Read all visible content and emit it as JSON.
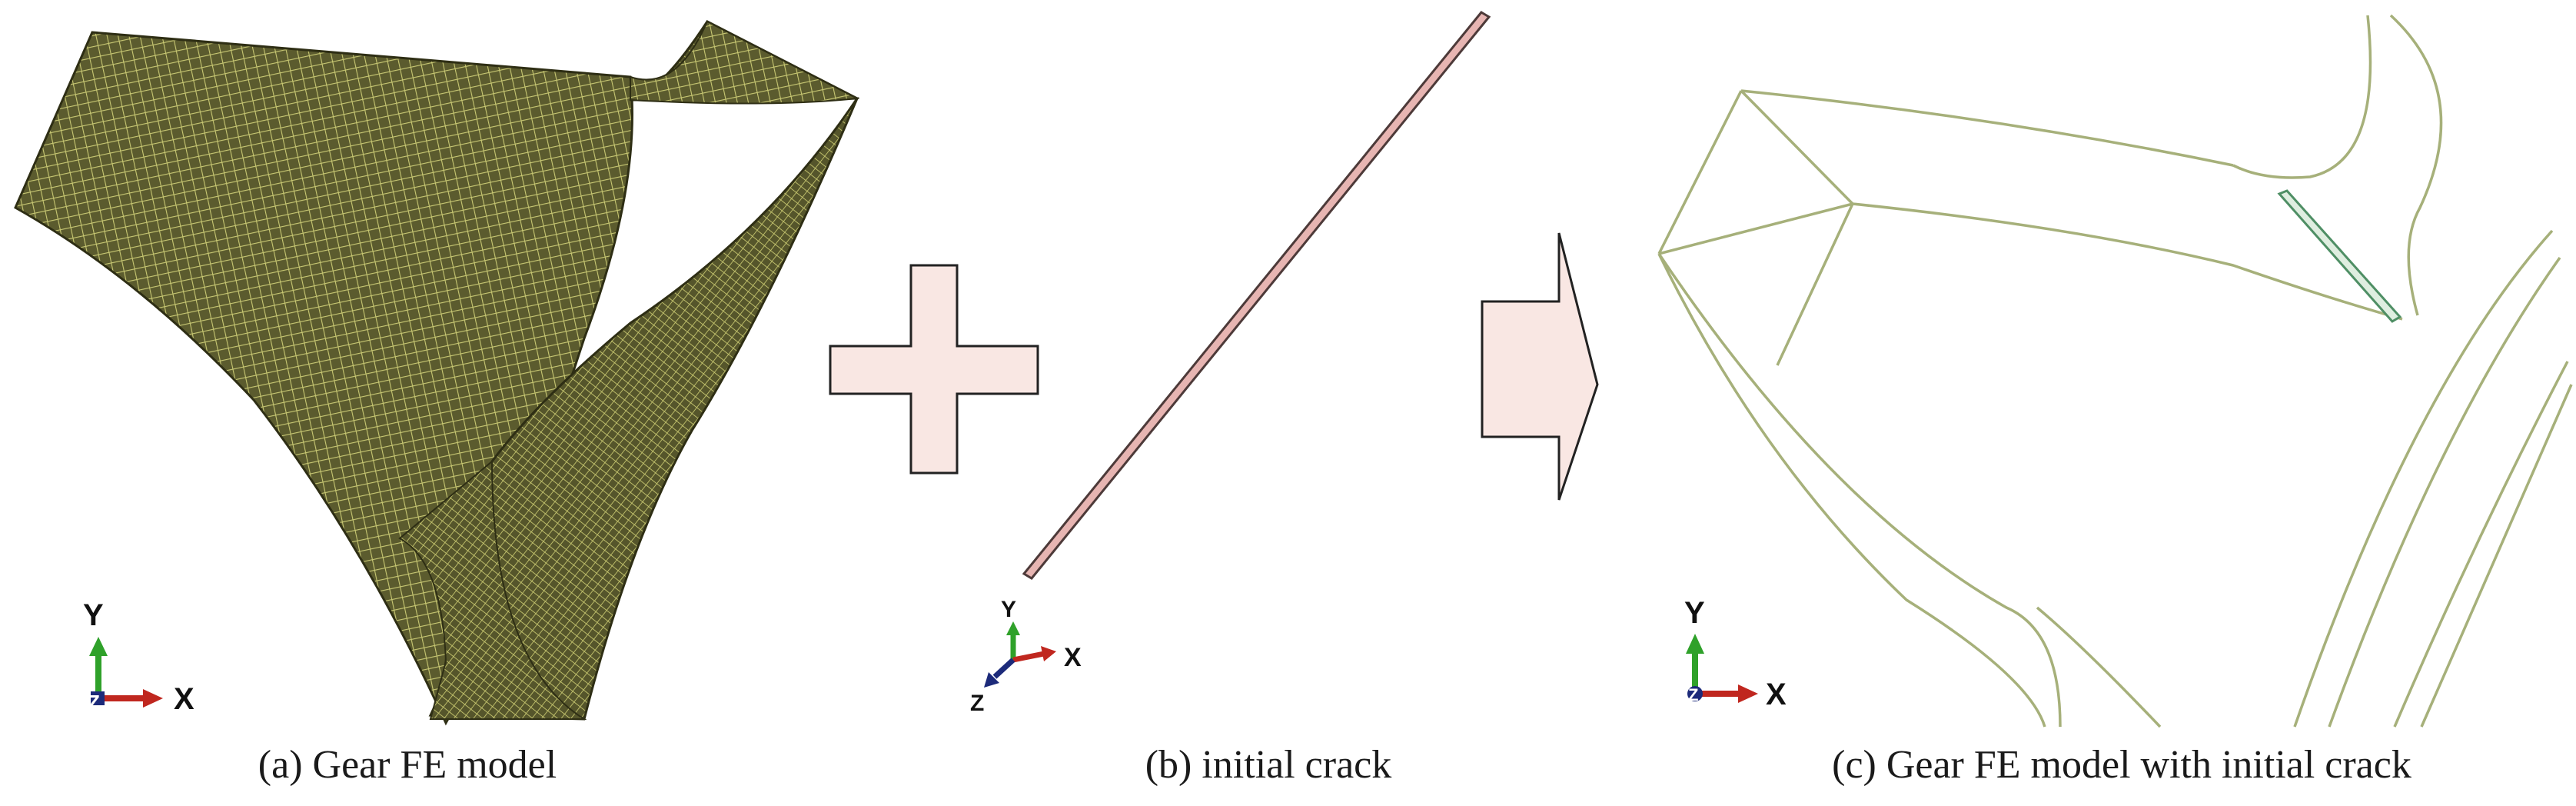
{
  "panels": {
    "a": {
      "caption": "(a) Gear FE model"
    },
    "b": {
      "caption": "(b) initial crack"
    },
    "c": {
      "caption": "(c) Gear FE model with initial crack"
    }
  },
  "triads": {
    "a": {
      "y": "Y",
      "x": "X",
      "z": "Z"
    },
    "b": {
      "y": "Y",
      "x": "X",
      "z": "Z"
    },
    "c": {
      "y": "Y",
      "x": "X",
      "z": "Z"
    }
  },
  "colors": {
    "mesh_fill": "#5b5b2e",
    "mesh_line": "#c8c873",
    "crack_fill": "#e7b5b2",
    "outline": "#a6b07a",
    "crack_edge": "#4f8f65",
    "symbol_fill": "#f9e7e3",
    "x_axis": "#c0271f",
    "y_axis": "#2fa12a",
    "z_axis": "#1c2a7a"
  },
  "icons": [
    "plus-sign-icon",
    "right-arrow-icon",
    "axis-triad-icon"
  ]
}
